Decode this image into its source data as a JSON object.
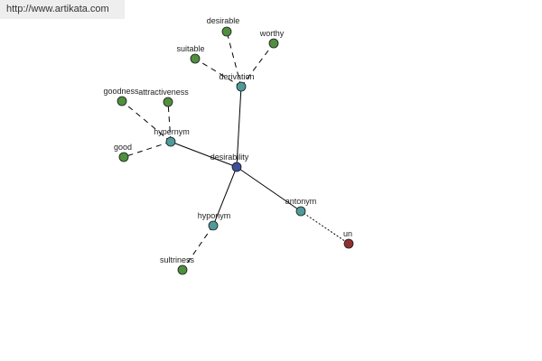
{
  "url_bar": {
    "text": "http://www.artikata.com"
  },
  "colors": {
    "center": "#3d4f9a",
    "relation": "#4f9a9a",
    "word": "#4f8f3f",
    "antonym_word": "#8f3030",
    "url_bar_bg": "#eeeeee"
  },
  "nodes": [
    {
      "id": "desirability",
      "label": "desirability",
      "kind": "center"
    },
    {
      "id": "derivation",
      "label": "derivation",
      "kind": "relation"
    },
    {
      "id": "hypernym",
      "label": "hypernym",
      "kind": "relation"
    },
    {
      "id": "hyponym",
      "label": "hyponym",
      "kind": "relation"
    },
    {
      "id": "antonym",
      "label": "antonym",
      "kind": "relation"
    },
    {
      "id": "desirable",
      "label": "desirable",
      "kind": "word"
    },
    {
      "id": "worthy",
      "label": "worthy",
      "kind": "word"
    },
    {
      "id": "suitable",
      "label": "suitable",
      "kind": "word"
    },
    {
      "id": "goodness",
      "label": "goodness",
      "kind": "word"
    },
    {
      "id": "attractiveness",
      "label": "attractiveness",
      "kind": "word"
    },
    {
      "id": "good",
      "label": "good",
      "kind": "word"
    },
    {
      "id": "sultriness",
      "label": "sultriness",
      "kind": "word"
    },
    {
      "id": "un",
      "label": "un",
      "kind": "antonym_word"
    }
  ],
  "edges": [
    {
      "from": "desirability",
      "to": "derivation",
      "style": "solid"
    },
    {
      "from": "desirability",
      "to": "hypernym",
      "style": "solid"
    },
    {
      "from": "desirability",
      "to": "hyponym",
      "style": "solid"
    },
    {
      "from": "desirability",
      "to": "antonym",
      "style": "solid"
    },
    {
      "from": "derivation",
      "to": "desirable",
      "style": "dashed"
    },
    {
      "from": "derivation",
      "to": "worthy",
      "style": "dashed"
    },
    {
      "from": "derivation",
      "to": "suitable",
      "style": "dashed"
    },
    {
      "from": "hypernym",
      "to": "goodness",
      "style": "dashed"
    },
    {
      "from": "hypernym",
      "to": "attractiveness",
      "style": "dashed"
    },
    {
      "from": "hypernym",
      "to": "good",
      "style": "dashed"
    },
    {
      "from": "hyponym",
      "to": "sultriness",
      "style": "dashed"
    },
    {
      "from": "antonym",
      "to": "un",
      "style": "dotted"
    }
  ]
}
